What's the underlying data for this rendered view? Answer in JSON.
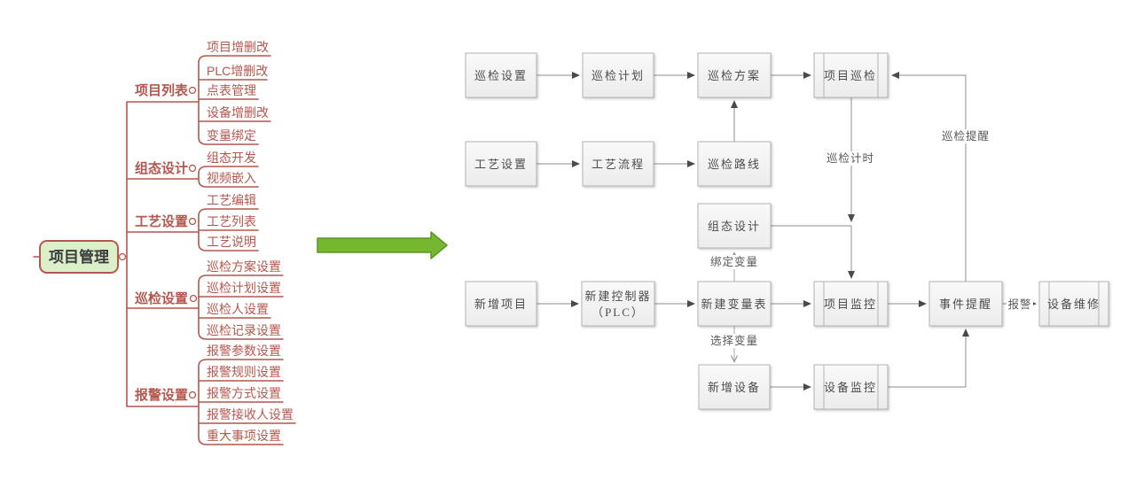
{
  "mindmap": {
    "root_label": "项目管理",
    "branches": [
      {
        "label": "项目列表",
        "children": [
          "项目增删改",
          "PLC增删改",
          "点表管理",
          "设备增删改",
          "变量绑定"
        ]
      },
      {
        "label": "组态设计",
        "children": [
          "组态开发",
          "视频嵌入"
        ]
      },
      {
        "label": "工艺设置",
        "children": [
          "工艺编辑",
          "工艺列表",
          "工艺说明"
        ]
      },
      {
        "label": "巡检设置",
        "children": [
          "巡检方案设置",
          "巡检计划设置",
          "巡检人设置",
          "巡检记录设置"
        ]
      },
      {
        "label": "报警设置",
        "children": [
          "报警参数设置",
          "报警规则设置",
          "报警方式设置",
          "报警接收人设置",
          "重大事项设置"
        ]
      }
    ],
    "colors": {
      "accent": "#b4574e",
      "root_fill": "#dbefc9"
    }
  },
  "flowchart": {
    "nodes": {
      "inspect_setting": "巡检设置",
      "inspect_plan": "巡检计划",
      "inspect_scheme": "巡检方案",
      "project_inspect": "项目巡检",
      "craft_setting": "工艺设置",
      "craft_flow": "工艺流程",
      "inspect_route": "巡检路线",
      "config_design": "组态设计",
      "new_project": "新增项目",
      "new_controller_line1": "新建控制器",
      "new_controller_line2": "（PLC）",
      "new_var_table": "新建变量表",
      "project_monitor": "项目监控",
      "event_remind": "事件提醒",
      "device_repair": "设备维修",
      "new_device": "新增设备",
      "device_monitor": "设备监控"
    },
    "edge_labels": {
      "inspect_timing": "巡检计时",
      "inspect_remind": "巡检提醒",
      "bind_variable": "绑定变量",
      "select_variable": "选择变量",
      "alarm": "报警"
    }
  }
}
